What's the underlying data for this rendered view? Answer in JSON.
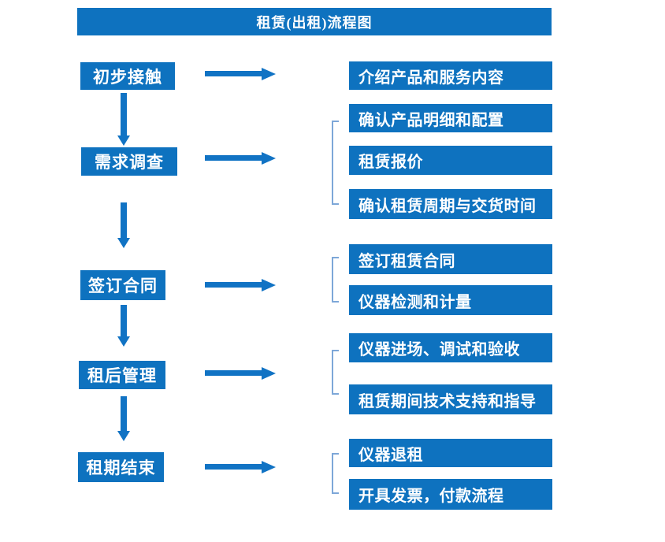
{
  "title": "租赁(出租)流程图",
  "colors": {
    "box_blue": "#0e72bf",
    "arrow_blue": "#1173c4",
    "bracket_blue": "#7da7d8",
    "text": "#ffffff"
  },
  "steps": [
    {
      "label": "初步接触",
      "details": [
        "介绍产品和服务内容"
      ]
    },
    {
      "label": "需求调查",
      "details": [
        "确认产品明细和配置",
        "租赁报价",
        "确认租赁周期与交货时间"
      ]
    },
    {
      "label": "签订合同",
      "details": [
        "签订租赁合同",
        "仪器检测和计量"
      ]
    },
    {
      "label": "租后管理",
      "details": [
        "仪器进场、调试和验收",
        "租赁期间技术支持和指导"
      ]
    },
    {
      "label": "租期结束",
      "details": [
        "仪器退租",
        "开具发票，付款流程"
      ]
    }
  ]
}
